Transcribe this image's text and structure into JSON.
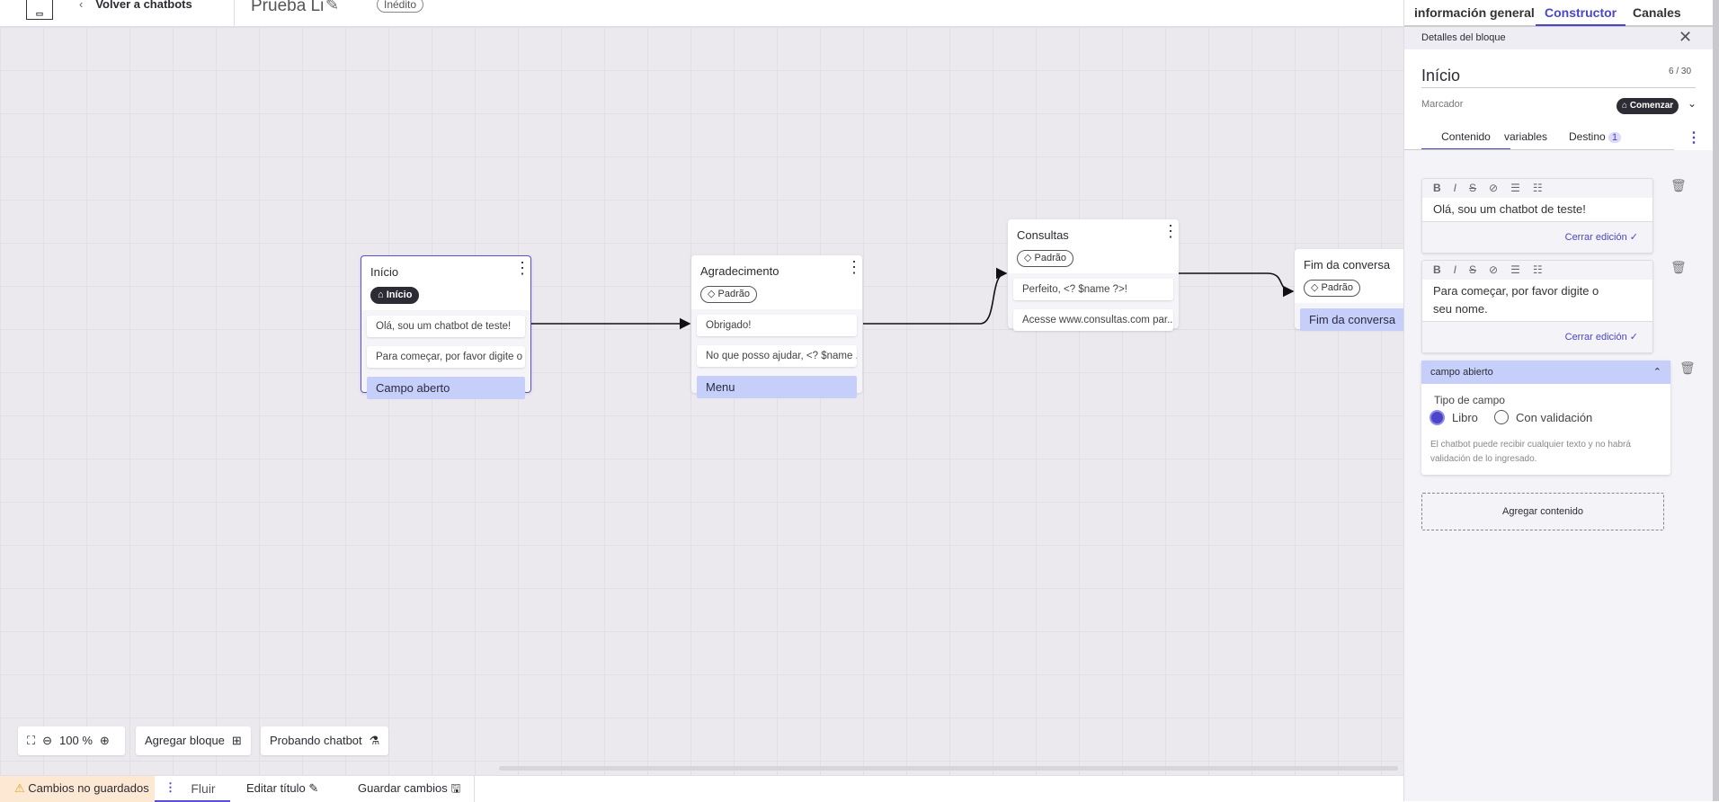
{
  "topbar": {
    "back_label": "Volver a chatbots",
    "chatbot_name": "Prueba Li",
    "status_badge": "Inédito"
  },
  "canvas": {
    "nodes": [
      {
        "title": "Início",
        "tag": "Início",
        "tag_icon": "home-icon",
        "messages": [
          "Olá, sou um chatbot de teste!",
          "Para começar, por favor digite o ..."
        ],
        "final": "Campo aberto"
      },
      {
        "title": "Agradecimento",
        "tag": "Padrão",
        "tag_icon": "tag-icon",
        "messages": [
          "Obrigado!",
          "No que posso ajudar, <? $name ..."
        ],
        "final": "Menu"
      },
      {
        "title": "Consultas",
        "tag": "Padrão",
        "tag_icon": "tag-icon",
        "messages": [
          "Perfeito, <? $name ?>!",
          "Acesse www.consultas.com par..."
        ]
      },
      {
        "title": "Fim da conversa",
        "tag": "Padrão",
        "tag_icon": "tag-icon",
        "final": "Fim da conversa"
      }
    ],
    "zoom": "100 %",
    "add_block": "Agregar bloque",
    "test_chatbot": "Probando chatbot"
  },
  "bottombar": {
    "unsaved": "Cambios no guardados",
    "flow_tab": "Fluir",
    "edit_title": "Editar título",
    "save": "Guardar cambios"
  },
  "panel": {
    "tabs": [
      "información general",
      "Constructor",
      "Canales"
    ],
    "active_tab": "Constructor",
    "header": "Detalles del bloque",
    "block_name": "Início",
    "char_count": "6 / 30",
    "marker_label": "Marcador",
    "marker_value": "Comenzar",
    "subtabs": [
      "Contenido",
      "variables",
      "Destino"
    ],
    "destino_count": "1",
    "editors": [
      {
        "text": "Olá, sou um chatbot de teste!",
        "close": "Cerrar edición"
      },
      {
        "text": "Para começar, por favor digite o seu nome.",
        "close": "Cerrar edición"
      }
    ],
    "open_field": {
      "title": "campo abierto",
      "field_type_label": "Tipo de campo",
      "options": [
        "Libro",
        "Con validación"
      ],
      "selected": "Libro",
      "help": "El chatbot puede recibir cualquier texto y no habrá validación de lo ingresado."
    },
    "add_content": "Agregar contenido"
  },
  "colors": {
    "accent": "#4b46c8",
    "selected_block": "#5b4fd6",
    "final_item": "#c5cffa",
    "unsaved_bg": "#fde9d3"
  }
}
